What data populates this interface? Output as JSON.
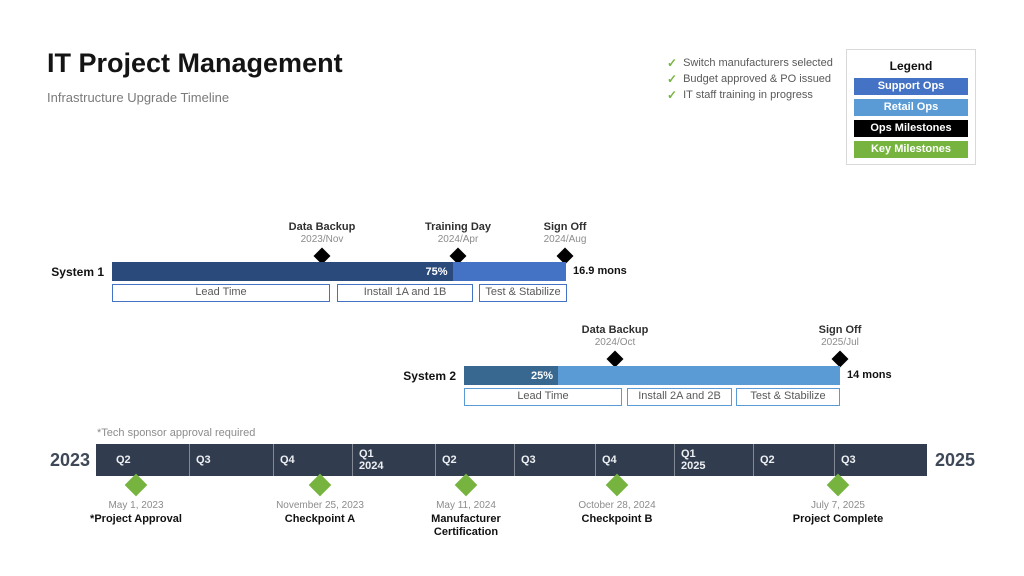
{
  "header": {
    "title": "IT Project Management",
    "subtitle": "Infrastructure Upgrade Timeline"
  },
  "checklist": {
    "check_glyph": "✓",
    "items": [
      "Switch manufacturers selected",
      "Budget approved & PO issued",
      "IT staff training in progress"
    ]
  },
  "legend": {
    "title": "Legend",
    "items": [
      {
        "label": "Support Ops",
        "color": "#4472C4"
      },
      {
        "label": "Retail Ops",
        "color": "#5B9BD5"
      },
      {
        "label": "Ops Milestones",
        "color": "#000000"
      },
      {
        "label": "Key Milestones",
        "color": "#77B43F"
      }
    ]
  },
  "timeline": {
    "note": "*Tech sponsor approval required",
    "year_start": "2023",
    "year_end": "2025",
    "quarters": [
      {
        "q": "Q2",
        "year": ""
      },
      {
        "q": "Q3",
        "year": ""
      },
      {
        "q": "Q4",
        "year": ""
      },
      {
        "q": "Q1",
        "year": "2024"
      },
      {
        "q": "Q2",
        "year": ""
      },
      {
        "q": "Q3",
        "year": ""
      },
      {
        "q": "Q4",
        "year": ""
      },
      {
        "q": "Q1",
        "year": "2025"
      },
      {
        "q": "Q2",
        "year": ""
      },
      {
        "q": "Q3",
        "year": ""
      }
    ]
  },
  "colors": {
    "support_ops_blue": "#4472C4",
    "retail_ops_blue": "#5B9BD5",
    "system1_complete": "#2B4A7C",
    "system2_complete": "#38678F",
    "key_milestone_green": "#77B43F",
    "ops_milestone_black": "#000000",
    "timeline_band": "#313D4F"
  },
  "chart_data": {
    "type": "gantt",
    "title": "IT Project Management",
    "subtitle": "Infrastructure Upgrade Timeline",
    "x_axis": {
      "start_label": "2023",
      "end_label": "2025",
      "quarters": [
        "Q2 2023",
        "Q3 2023",
        "Q4 2023",
        "Q1 2024",
        "Q2 2024",
        "Q3 2024",
        "Q4 2024",
        "Q1 2025",
        "Q2 2025",
        "Q3 2025"
      ]
    },
    "series": [
      {
        "name": "System 1",
        "legend_group": "Support Ops",
        "percent_complete": 75,
        "progress_label": "75%",
        "duration_label": "16.9 mons",
        "start_approx": "2023/Apr",
        "end": "2024/Aug",
        "phases": [
          "Lead Time",
          "Install 1A and 1B",
          "Test & Stabilize"
        ],
        "milestones": [
          {
            "label": "Data Backup",
            "date": "2023/Nov"
          },
          {
            "label": "Training Day",
            "date": "2024/Apr"
          },
          {
            "label": "Sign Off",
            "date": "2024/Aug"
          }
        ]
      },
      {
        "name": "System 2",
        "legend_group": "Retail Ops",
        "percent_complete": 25,
        "progress_label": "25%",
        "duration_label": "14 mons",
        "start_approx": "2024/May",
        "end": "2025/Jul",
        "phases": [
          "Lead Time",
          "Install 2A and 2B",
          "Test & Stabilize"
        ],
        "milestones": [
          {
            "label": "Data Backup",
            "date": "2024/Oct"
          },
          {
            "label": "Sign Off",
            "date": "2025/Jul"
          }
        ]
      }
    ],
    "key_milestones": [
      {
        "date": "May 1, 2023",
        "label": "*Project Approval"
      },
      {
        "date": "November 25, 2023",
        "label": "Checkpoint A"
      },
      {
        "date": "May 11, 2024",
        "label": "Manufacturer Certification"
      },
      {
        "date": "October 28, 2024",
        "label": "Checkpoint B"
      },
      {
        "date": "July 7, 2025",
        "label": "Project Complete"
      }
    ]
  }
}
